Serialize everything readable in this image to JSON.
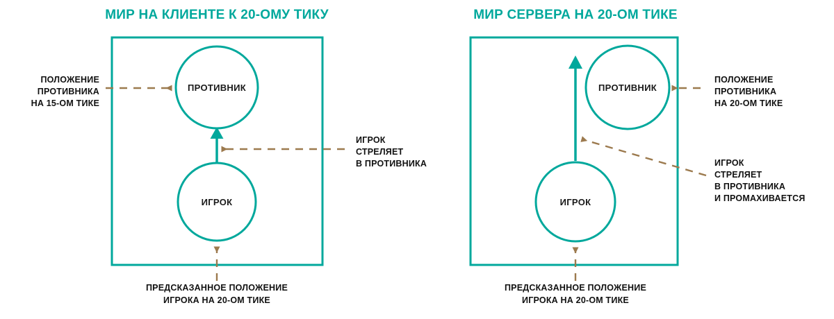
{
  "figure": {
    "background": "#ffffff",
    "accent_teal": "#00a89c",
    "accent_brown": "#9c7a4e",
    "text_color": "#111111"
  },
  "panels": [
    {
      "id": "client",
      "title": "МИР НА КЛИЕНТЕ К 20-ОМУ ТИКУ",
      "nodes": {
        "enemy": "ПРОТИВНИК",
        "player": "ИГРОК"
      },
      "annotations": {
        "enemy_position": [
          "ПОЛОЖЕНИЕ",
          "ПРОТИВНИКА",
          "НА 15-ОМ ТИКЕ"
        ],
        "shot": [
          "ИГРОК",
          "СТРЕЛЯЕТ",
          "В ПРОТИВНИКА"
        ],
        "predicted_player": [
          "ПРЕДСКАЗАННОЕ ПОЛОЖЕНИЕ",
          "ИГРОКА НА 20-ОМ ТИКЕ"
        ]
      }
    },
    {
      "id": "server",
      "title": "МИР СЕРВЕРА НА 20-ОМ ТИКЕ",
      "nodes": {
        "enemy": "ПРОТИВНИК",
        "player": "ИГРОК"
      },
      "annotations": {
        "enemy_position": [
          "ПОЛОЖЕНИЕ",
          "ПРОТИВНИКА",
          "НА 20-ОМ ТИКЕ"
        ],
        "shot": [
          "ИГРОК",
          "СТРЕЛЯЕТ",
          "В ПРОТИВНИКА",
          "И ПРОМАХИВАЕТСЯ"
        ],
        "predicted_player": [
          "ПРЕДСКАЗАННОЕ ПОЛОЖЕНИЕ",
          "ИГРОКА НА 20-ОМ ТИКЕ"
        ]
      }
    }
  ]
}
